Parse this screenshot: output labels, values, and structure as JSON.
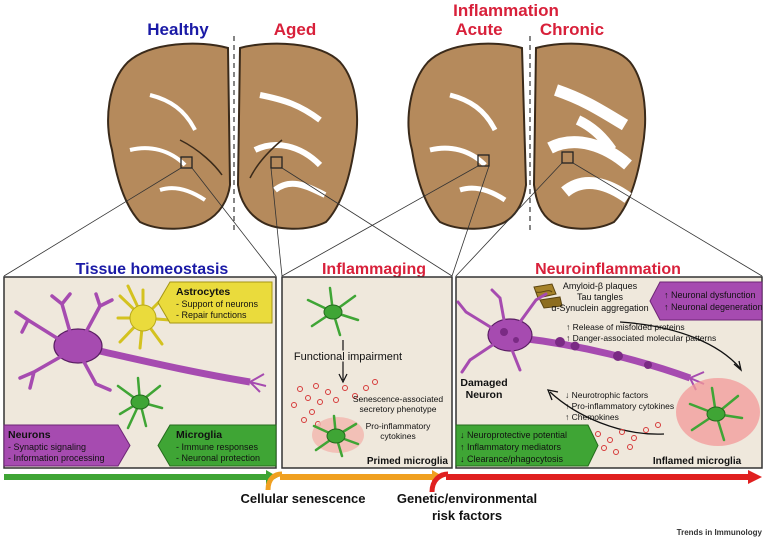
{
  "colors": {
    "blue": "#1a1aa6",
    "red": "#d8203a",
    "brain": "#b58a5c",
    "panel_bg": "#efe8dc",
    "green": "#3fa535",
    "purple": "#a64bb0",
    "yellow": "#eadb3c",
    "orange": "#f0a020",
    "arrow_red": "#e02020"
  },
  "header": {
    "healthy": "Healthy",
    "aged": "Aged",
    "inflammation": "Inflammation",
    "acute": "Acute",
    "chronic": "Chronic"
  },
  "panels": {
    "homeostasis": {
      "title": "Tissue homeostasis",
      "astrocytes": {
        "title": "Astrocytes",
        "lines": [
          "- Support of neurons",
          "- Repair functions"
        ]
      },
      "neurons": {
        "title": "Neurons",
        "lines": [
          "- Synaptic signaling",
          "- Information processing"
        ]
      },
      "microglia": {
        "title": "Microglia",
        "lines": [
          "- Immune responses",
          "- Neuronal protection"
        ]
      }
    },
    "inflammaging": {
      "title": "Inflammaging",
      "functional_impairment": "Functional impairment",
      "sasp": [
        "Senescence-associated",
        "secretory phenotype"
      ],
      "cytokines": [
        "Pro-inflammatory",
        "cytokines"
      ],
      "primed": "Primed microglia"
    },
    "neuroinflammation": {
      "title": "Neuroinflammation",
      "aggregates": [
        "Amyloid-β plaques",
        "Tau tangles",
        "α-Synuclein aggregation"
      ],
      "dysfunction": [
        "↑ Neuronal dysfunction",
        "↑ Neuronal degeneration"
      ],
      "release": [
        "↑ Release of misfolded proteins",
        "↑ Danger-associated molecular patterns"
      ],
      "damaged": [
        "Damaged",
        "Neuron"
      ],
      "factors": [
        "↓ Neurotrophic factors",
        "↑ Pro-inflammatory cytokines",
        "↑ Chemokines"
      ],
      "potential": [
        "↓ Neuroprotective potential",
        "↑ Inflammatory mediators",
        "↓ Clearance/phagocytosis"
      ],
      "inflamed": "Inflamed microglia"
    }
  },
  "footer": {
    "senescence": "Cellular senescence",
    "genetic": [
      "Genetic/environmental",
      "risk factors"
    ],
    "credit": "Trends in Immunology"
  }
}
